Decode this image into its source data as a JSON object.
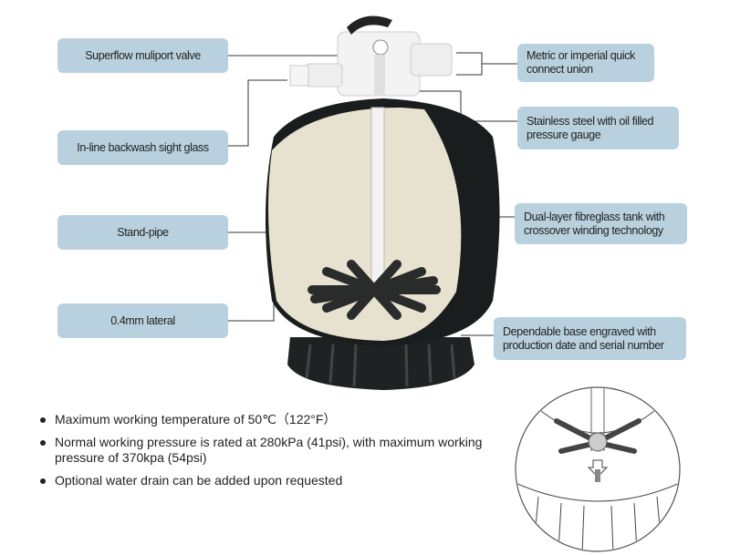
{
  "callouts": {
    "valve": "Superflow muliport valve",
    "sight_glass": "In-line backwash sight glass",
    "stand_pipe": "Stand-pipe",
    "lateral": "0.4mm lateral",
    "union": "Metric or imperial quick connect union",
    "gauge": "Stainless steel with oil filled pressure gauge",
    "tank": "Dual-layer fibreglass tank with crossover winding technology",
    "base": "Dependable base engraved with production date and serial number"
  },
  "notes": [
    "Maximum working temperature of 50℃（122°F）",
    "Normal working pressure is rated at 280kPa (41psi), with maximum working pressure of 370kpa (54psi)",
    "Optional water drain can be added upon requested"
  ],
  "colors": {
    "callout_bg": "#b9d1de",
    "tank": "#1c1f1f",
    "sand": "#e8e4d2"
  }
}
